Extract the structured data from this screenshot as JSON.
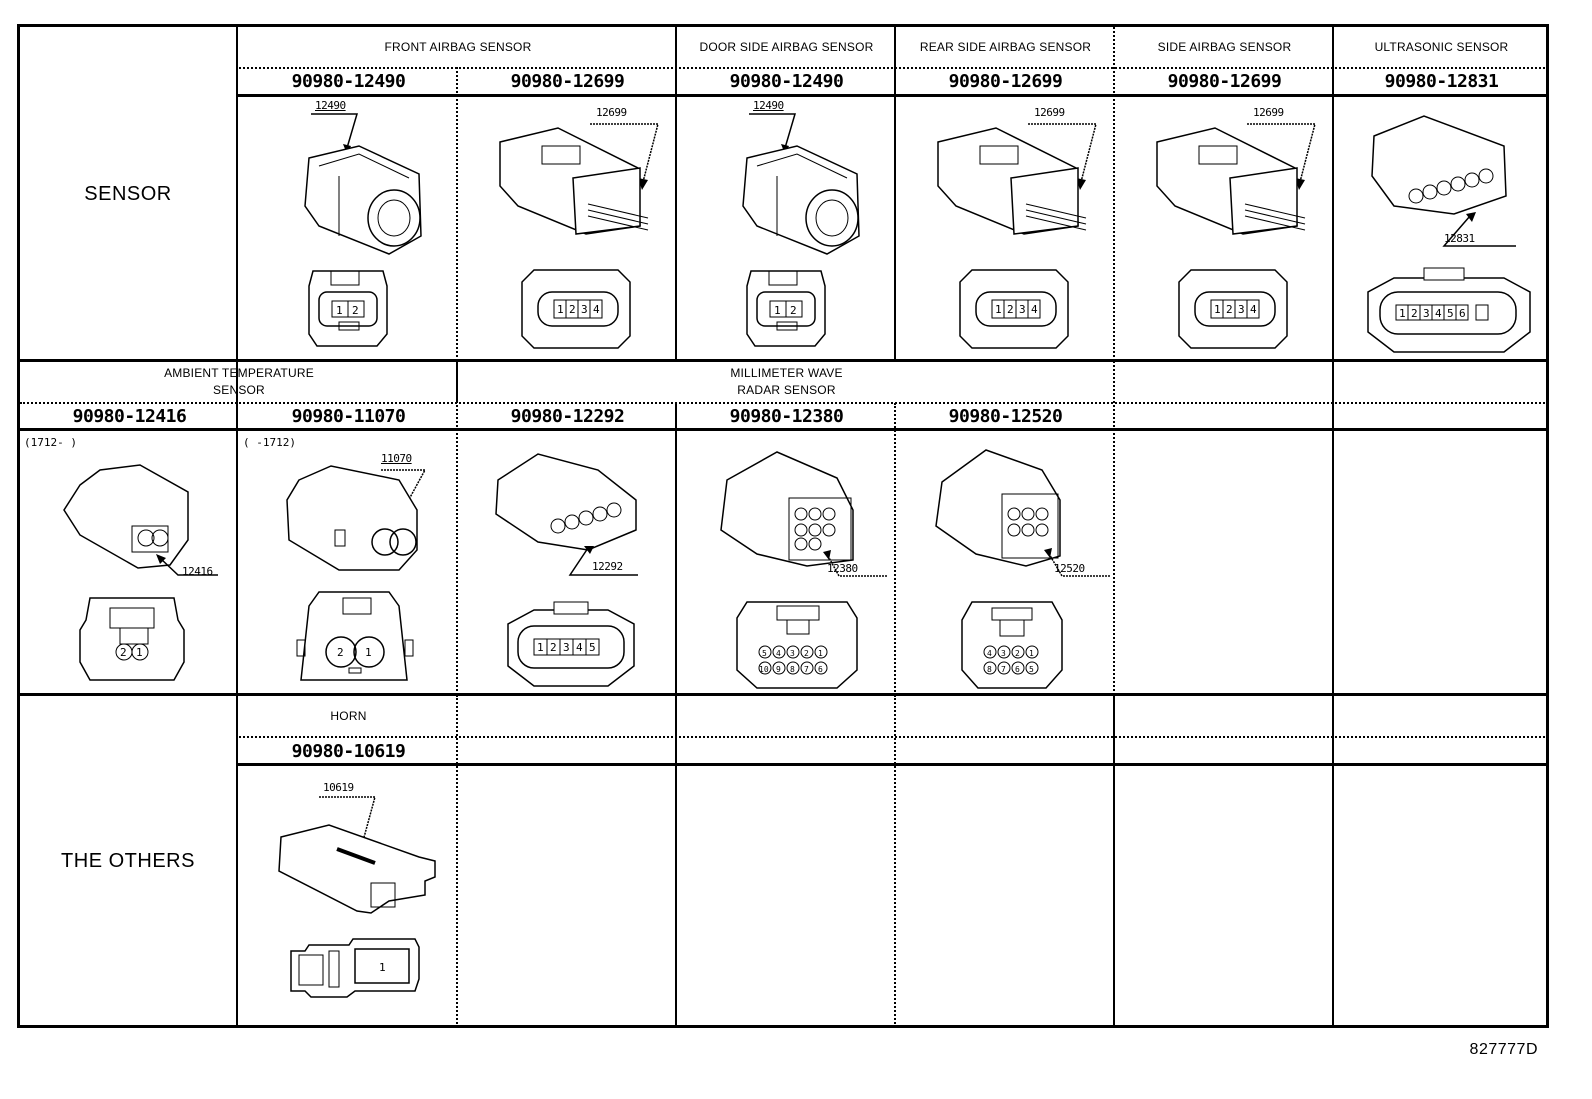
{
  "groups": [
    {
      "label": "SENSOR"
    },
    {
      "label": "THE OTHERS"
    }
  ],
  "row1": {
    "headers": [
      {
        "label": "FRONT AIRBAG SENSOR",
        "span": 2
      },
      {
        "label": "DOOR SIDE AIRBAG SENSOR",
        "span": 1
      },
      {
        "label": "REAR SIDE AIRBAG SENSOR",
        "span": 1
      },
      {
        "label": "SIDE AIRBAG SENSOR",
        "span": 1
      },
      {
        "label": "ULTRASONIC SENSOR",
        "span": 1
      }
    ],
    "connectors": [
      {
        "part_number": "90980-12490",
        "callout": "12490",
        "pins": [
          "1",
          "2"
        ],
        "type": "2-pin"
      },
      {
        "part_number": "90980-12699",
        "callout": "12699",
        "pins": [
          "1",
          "2",
          "3",
          "4"
        ],
        "type": "4-pin"
      },
      {
        "part_number": "90980-12490",
        "callout": "12490",
        "pins": [
          "1",
          "2"
        ],
        "type": "2-pin"
      },
      {
        "part_number": "90980-12699",
        "callout": "12699",
        "pins": [
          "1",
          "2",
          "3",
          "4"
        ],
        "type": "4-pin"
      },
      {
        "part_number": "90980-12699",
        "callout": "12699",
        "pins": [
          "1",
          "2",
          "3",
          "4"
        ],
        "type": "4-pin"
      },
      {
        "part_number": "90980-12831",
        "callout": "12831",
        "pins": [
          "1",
          "2",
          "3",
          "4",
          "5",
          "6"
        ],
        "type": "6-pin"
      }
    ]
  },
  "row2": {
    "headers": [
      {
        "label_line1": "AMBIENT TEMPERATURE",
        "label_line2": "SENSOR",
        "span": 2
      },
      {
        "label_line1": "MILLIMETER WAVE",
        "label_line2": "RADAR SENSOR",
        "span": 3
      },
      {
        "label_line1": "",
        "label_line2": "",
        "span": 1
      },
      {
        "label_line1": "",
        "label_line2": "",
        "span": 1
      }
    ],
    "connectors": [
      {
        "part_number": "90980-12416",
        "callout": "12416",
        "note": "(1712-     )",
        "pins": [
          "2",
          "1"
        ],
        "type": "2-pin-round"
      },
      {
        "part_number": "90980-11070",
        "callout": "11070",
        "note": "(     -1712)",
        "pins": [
          "2",
          "1"
        ],
        "type": "2-pin-large"
      },
      {
        "part_number": "90980-12292",
        "callout": "12292",
        "pins": [
          "1",
          "2",
          "3",
          "4",
          "5"
        ],
        "type": "5-pin"
      },
      {
        "part_number": "90980-12380",
        "callout": "12380",
        "pins_top": [
          "5",
          "4",
          "3",
          "2",
          "1"
        ],
        "pins_bottom": [
          "10",
          "9",
          "8",
          "7",
          "6"
        ],
        "type": "10-pin"
      },
      {
        "part_number": "90980-12520",
        "callout": "12520",
        "pins_top": [
          "4",
          "3",
          "2",
          "1"
        ],
        "pins_bottom": [
          "8",
          "7",
          "6",
          "5"
        ],
        "type": "8-pin"
      },
      {
        "part_number": "",
        "callout": ""
      },
      {
        "part_number": "",
        "callout": ""
      }
    ]
  },
  "row3": {
    "headers": [
      {
        "label": "HORN"
      },
      {
        "label": ""
      },
      {
        "label": ""
      },
      {
        "label": ""
      },
      {
        "label": ""
      },
      {
        "label": ""
      }
    ],
    "connectors": [
      {
        "part_number": "90980-10619",
        "callout": "10619",
        "pins": [
          "1"
        ],
        "type": "1-pin"
      },
      {
        "part_number": ""
      },
      {
        "part_number": ""
      },
      {
        "part_number": ""
      },
      {
        "part_number": ""
      },
      {
        "part_number": ""
      }
    ]
  },
  "footer": {
    "drawing_code": "827777D"
  }
}
